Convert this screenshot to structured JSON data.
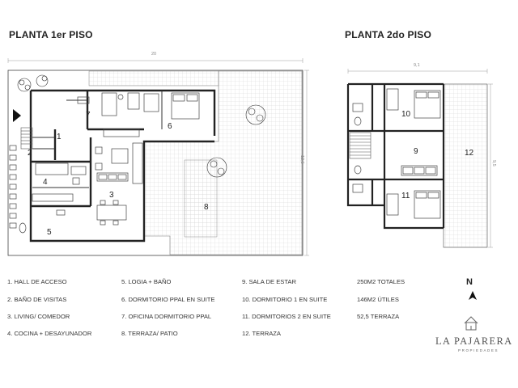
{
  "plans": {
    "first": {
      "title": "PLANTA 1er PISO",
      "dim_width": "20",
      "dim_height": "12,5"
    },
    "second": {
      "title": "PLANTA 2do PISO",
      "dim_width": "9,1",
      "dim_height": "9,5"
    }
  },
  "room_numbers": [
    "1",
    "2",
    "3",
    "4",
    "5",
    "6",
    "7",
    "8",
    "9",
    "10",
    "11",
    "12"
  ],
  "legend": {
    "col1": [
      "1. HALL DE ACCESO",
      "2. BAÑO DE VISITAS",
      "3. LIVING/ COMEDOR",
      "4. COCINA + DESAYUNADOR"
    ],
    "col2": [
      "5. LOGIA + BAÑO",
      "6. DORMITORIO PPAL EN SUITE",
      "7. OFICINA DORMITORIO PPAL",
      "8. TERRAZA/ PATIO"
    ],
    "col3": [
      "9. SALA DE ESTAR",
      "10. DORMITORIO 1 EN SUITE",
      "11. DORMITORIOS 2 EN SUITE",
      "12. TERRAZA"
    ],
    "col4": [
      "250M2 TOTALES",
      "146M2 ÚTILES",
      "52,5 TERRAZA"
    ]
  },
  "north_label": "N",
  "brand": {
    "name": "LA PAJARERA",
    "sub": "PROPIEDADES"
  }
}
